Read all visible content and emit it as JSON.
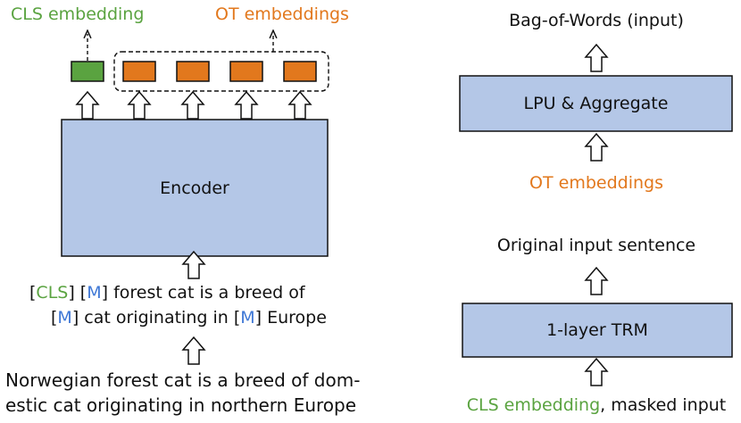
{
  "left": {
    "cls_label": "CLS embedding",
    "ot_label": "OT embeddings",
    "encoder_label": "Encoder",
    "masked_text": {
      "cls_token": "CLS",
      "mask_token": "M",
      "line1_rest": "forest cat is a breed of",
      "line2_mid": "cat originating in",
      "line2_end": "Europe"
    },
    "input_line1": "Norwegian forest cat is a breed of dom-",
    "input_line2": "estic cat originating in northern Europe"
  },
  "right": {
    "bow_label": "Bag-of-Words (input)",
    "lpu_label": "LPU & Aggregate",
    "ot_label": "OT embeddings",
    "orig_label": "Original input sentence",
    "trm_label": "1-layer TRM",
    "bottom_green": "CLS embedding",
    "bottom_rest": ", masked input"
  },
  "colors": {
    "green": "#5aa340",
    "orange": "#e2781d",
    "blue_box": "#b4c7e7",
    "mask_blue": "#3f78d6"
  }
}
